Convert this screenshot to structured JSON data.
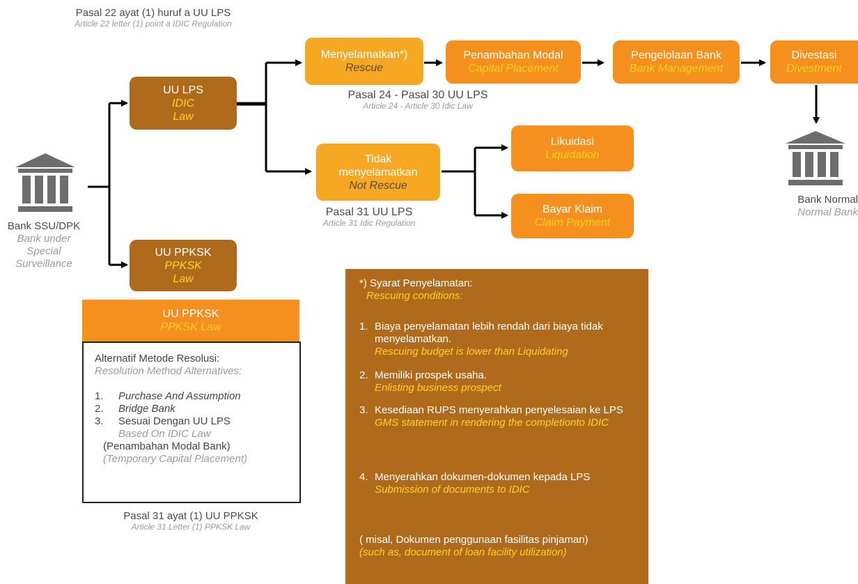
{
  "root": {
    "label": "Bank SSU/DPK",
    "sublabel": "Bank under Special Surveillance"
  },
  "law_note": {
    "label": "Pasal 22 ayat (1) huruf a UU LPS",
    "sublabel": "Article 22 letter (1) point a IDIC Regulation"
  },
  "uu_lps": {
    "label": "UU LPS",
    "sublabel": "IDIC Law"
  },
  "uu_ppksk": {
    "label": "UU PPKSK",
    "sublabel": "PPKSK Law"
  },
  "rescue": {
    "label": "Menyelamatkan*)",
    "sublabel": "Rescue"
  },
  "rescue_note": {
    "label": "Pasal 24 - Pasal 30 UU LPS",
    "sublabel": "Article 24 - Article 30 Idic Law"
  },
  "capital": {
    "label": "Penambahan Modal",
    "sublabel": "Capital Placement"
  },
  "management": {
    "label": "Pengelolaan Bank",
    "sublabel": "Bank Management"
  },
  "divest": {
    "label": "Divestasi",
    "sublabel": "Divestment"
  },
  "normal_bank": {
    "label": "Bank Normal",
    "sublabel": "Normal Bank"
  },
  "not_rescue": {
    "label": "Tidak menyelamatkan",
    "sublabel": "Not Rescue"
  },
  "not_rescue_note": {
    "label": "Pasal 31 UU LPS",
    "sublabel": "Article 31 Idic Regulation"
  },
  "liquidation": {
    "label": "Likuidasi",
    "sublabel": "Liquidation"
  },
  "claim": {
    "label": "Bayar Klaim",
    "sublabel": "Claim Payment"
  },
  "resolution": {
    "head_label": "UU PPKSK",
    "head_sublabel": "PPKSK Law",
    "title": "Alternatif Metode Resolusi:",
    "title_en": "Resolution Method Alternatives:",
    "items": [
      {
        "num": "1.",
        "label": "Purchase And Assumption"
      },
      {
        "num": "2.",
        "label": "Bridge Bank"
      },
      {
        "num": "3.",
        "label": "Sesuai Dengan UU LPS",
        "sublabel": "Based On IDIC Law"
      }
    ],
    "extra": "(Penambahan Modal Bank)",
    "extra_en": "(Temporary Capital Placement)",
    "footer": "Pasal 31 ayat (1) UU PPKSK",
    "footer_en": "Article 31 Letter (1) PPKSK Law"
  },
  "conditions": {
    "title": "*) Syarat Penyelamatan:",
    "title_en": "Rescuing conditions:",
    "items": [
      {
        "num": "1.",
        "label": "Biaya penyelamatan lebih rendah dari biaya tidak menyelamatkan.",
        "en": "Rescuing budget is lower than Liquidating"
      },
      {
        "num": "2.",
        "label": "Memiliki prospek usaha.",
        "en": "Enlisting business prospect"
      },
      {
        "num": "3.",
        "label": "Kesediaan RUPS menyerahkan penyelesaian ke LPS",
        "en": "GMS statement in rendering the completionto IDIC"
      },
      {
        "num": "4.",
        "label": "Menyerahkan dokumen-dokumen kepada LPS",
        "en": "Submission of documents to IDIC"
      }
    ],
    "footer": "( misal, Dokumen penggunaan fasilitas pinjaman)",
    "footer_en": "(such as, document of loan facility utilization)"
  },
  "colors": {
    "brown": "#b06a1b",
    "orange": "#f5901e",
    "gold": "#f7a823",
    "yellow_text": "#ffd21f",
    "icon_gray": "#6d6d6d"
  },
  "icons": [
    "bank-building-icon"
  ]
}
